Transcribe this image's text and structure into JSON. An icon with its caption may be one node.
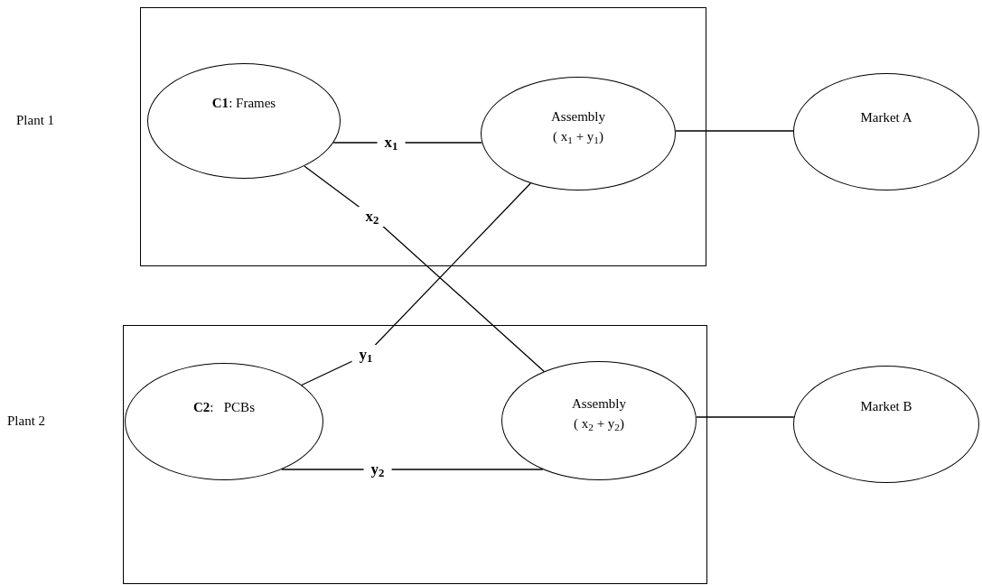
{
  "diagram": {
    "nodes": [
      {
        "text": [],
        "shape": "box"
      },
      {
        "text": [
          "**C1**: Frames"
        ],
        "in": 0
      },
      {
        "text": [
          "Assembly",
          "( x$_{1}$ + y$_{1}$)"
        ],
        "in": 0
      },
      {
        "text": [
          "Market A"
        ]
      },
      {
        "text": [],
        "shape": "box"
      },
      {
        "text": [
          "**C2**:   PCBs"
        ],
        "in": 4
      },
      {
        "text": [
          "Assembly",
          "( x$_{2}$ + y$_{2}$)"
        ],
        "in": 4
      },
      {
        "text": [
          "Market B"
        ]
      }
    ],
    "edges": [
      {
        "from": 1,
        "to": 2,
        "arrow": "none",
        "label": "x$_{1}$"
      },
      {
        "from": 1,
        "to": 6,
        "arrow": "none",
        "label": "x$_{2}$"
      },
      {
        "from": 5,
        "to": 2,
        "arrow": "none",
        "label": "y$_{1}$"
      },
      {
        "from": 5,
        "to": 6,
        "arrow": "none",
        "label": "y$_{2}$"
      },
      {
        "from": 2,
        "to": 3,
        "arrow": "none"
      },
      {
        "from": 6,
        "to": 7,
        "arrow": "none"
      }
    ],
    "labels": [
      "Plant 1",
      "Plant 2"
    ]
  }
}
